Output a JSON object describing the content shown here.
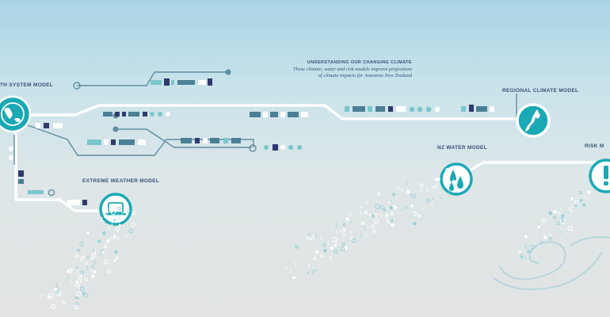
{
  "callout": {
    "heading": "UNDERSTANDING OUR CHANGING CLIMATE",
    "body_line1": "These climate, water and risk models improve projections",
    "body_line2": "of climate impacts for Aotearoa New Zealand"
  },
  "labels": {
    "earth_system": "TH SYSTEM MODEL",
    "extreme_weather": "EXTREME WEATHER MODEL",
    "regional_climate": "REGIONAL CLIMATE MODEL",
    "nz_water": "NZ WATER MODEL",
    "risk": "RISK M"
  },
  "colors": {
    "line": "#ffffff",
    "teal": "#1aa9b5",
    "navy": "#2f3a6e",
    "steel": "#4a7f95",
    "connector": "#5f8ea0",
    "text": "#3a4f78"
  },
  "icons": {
    "earth_system": "globe-icon",
    "extreme_weather": "laptop-icon",
    "regional_climate": "new-zealand-map-icon",
    "nz_water": "water-drops-icon",
    "risk": "exclamation-icon"
  }
}
